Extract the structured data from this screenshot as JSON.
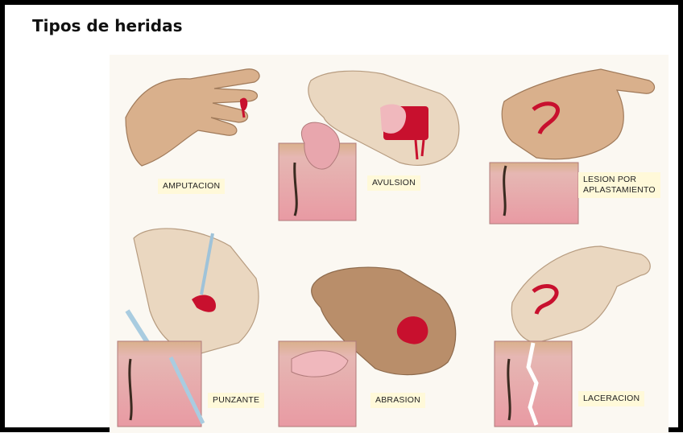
{
  "title": "Tipos de heridas",
  "wounds": [
    {
      "label": "AMPUTACION"
    },
    {
      "label": "AVULSION"
    },
    {
      "label": "LESION POR\nAPLASTAMIENTO"
    },
    {
      "label": "PUNZANTE"
    },
    {
      "label": "ABRASION"
    },
    {
      "label": "LACERACION"
    }
  ],
  "colors": {
    "skin_tan": "#d9b08c",
    "skin_dark": "#b98e6a",
    "blood": "#c8102e",
    "tissue": "#e8a6ad",
    "label_bg": "#fff9d9"
  }
}
